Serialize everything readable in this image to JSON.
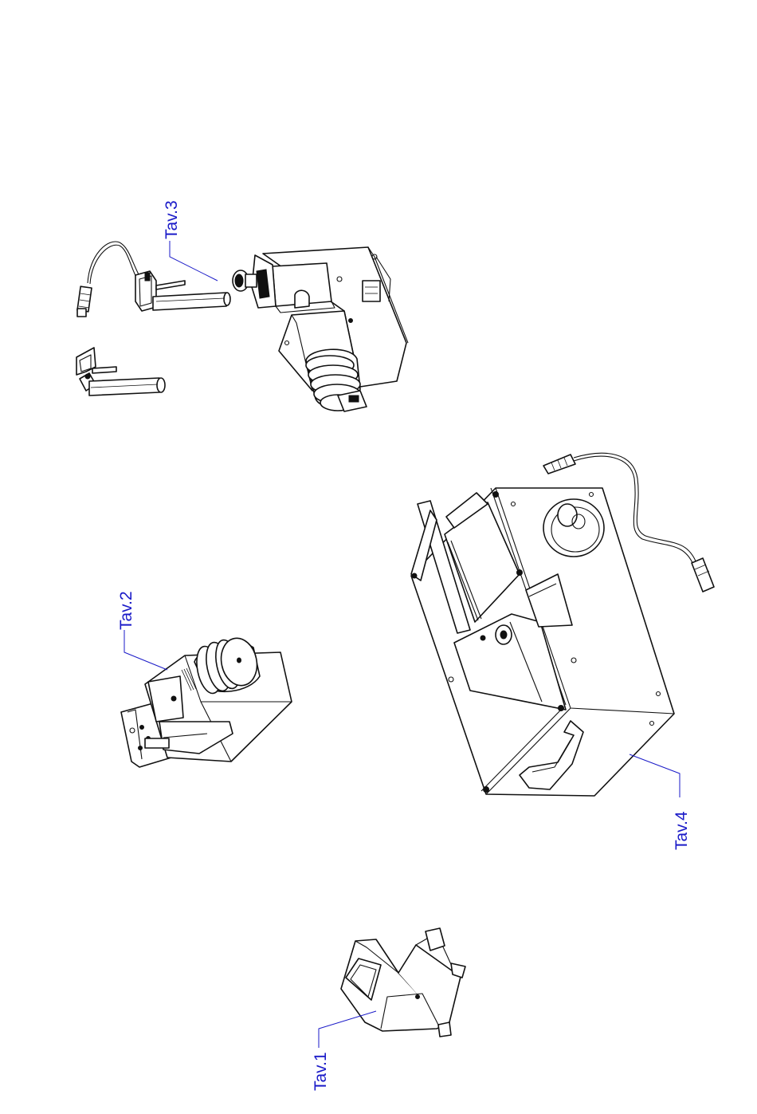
{
  "labels": {
    "tav1": "Tav.1",
    "tav2": "Tav.2",
    "tav3": "Tav.3",
    "tav4": "Tav.4"
  },
  "colors": {
    "label": "#1a1ac8",
    "ink": "#111111",
    "background": "#ffffff"
  }
}
